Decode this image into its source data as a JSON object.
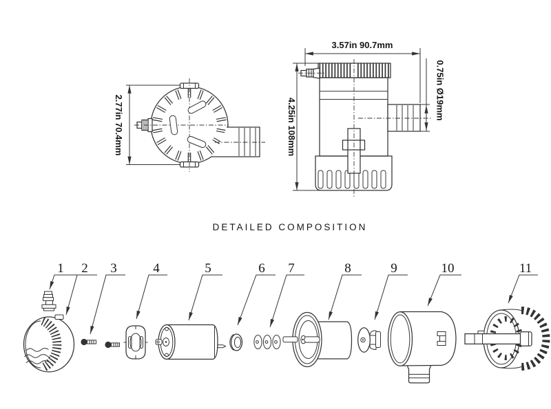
{
  "section_title": "DETAILED COMPOSITION",
  "colors": {
    "line": "#333333",
    "text": "#161616"
  },
  "top_view": {
    "height_dim": "2.77in 70.4mm"
  },
  "side_view": {
    "width_dim": "3.57in 90.7mm",
    "height_dim": "4.25in 108mm",
    "outlet_dim": "0.75in Ø19mm"
  },
  "parts": [
    {
      "number": "1"
    },
    {
      "number": "2"
    },
    {
      "number": "3"
    },
    {
      "number": "4"
    },
    {
      "number": "5"
    },
    {
      "number": "6"
    },
    {
      "number": "7"
    },
    {
      "number": "8"
    },
    {
      "number": "9"
    },
    {
      "number": "10"
    },
    {
      "number": "11"
    }
  ]
}
